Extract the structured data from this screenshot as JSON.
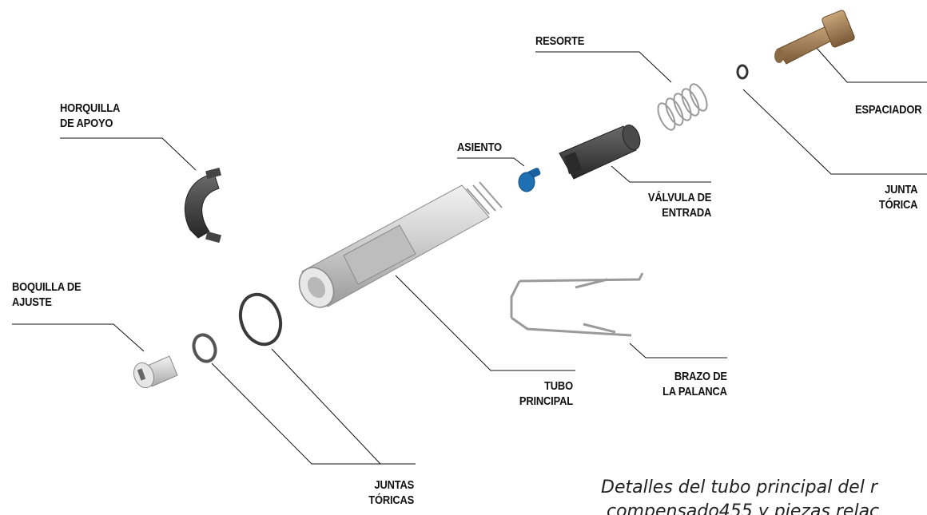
{
  "labels": {
    "resorte": [
      "RESORTE"
    ],
    "espaciador": [
      "ESPACIADOR"
    ],
    "horquilla": [
      "HORQUILLA",
      "DE APOYO"
    ],
    "asiento": [
      "ASIENTO"
    ],
    "valvula": [
      "VÁLVULA DE",
      "ENTRADA"
    ],
    "junta": [
      "JUNTA",
      "TÓRICA"
    ],
    "boquilla": [
      "BOQUILLA DE",
      "AJUSTE"
    ],
    "tubo": [
      "TUBO",
      "PRINCIPAL"
    ],
    "brazo": [
      "BRAZO DE",
      "LA PALANCA"
    ],
    "juntas": [
      "JUNTAS",
      "TÓRICAS"
    ]
  },
  "caption": {
    "line1": "Detalles del tubo principal del r",
    "line2": " compensado455 y piezas relac"
  },
  "colors": {
    "line": "#111111",
    "tube": "#c9c9c9",
    "dark_part": "#3a3a3a",
    "seat_blue": "#1f6fb5",
    "spacer_bronze": "#9a7a55"
  }
}
